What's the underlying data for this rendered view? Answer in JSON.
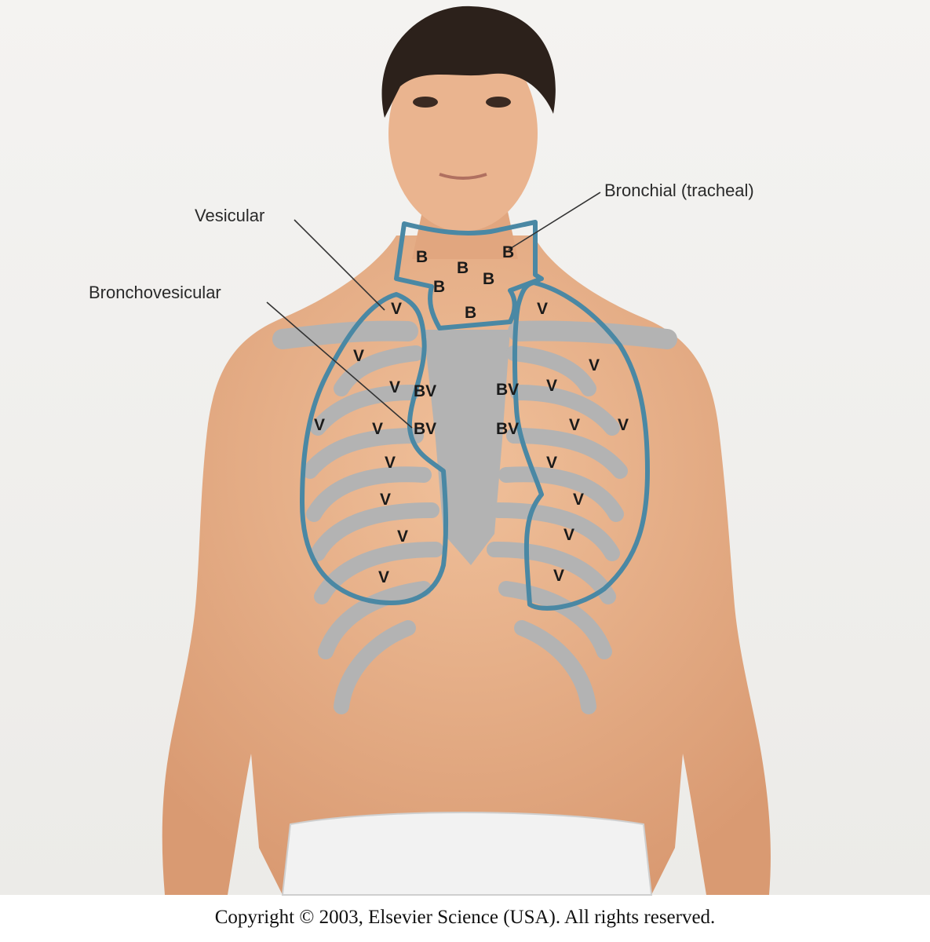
{
  "labels": {
    "vesicular": "Vesicular",
    "bronchial": "Bronchial (tracheal)",
    "bronchovesicular": "Bronchovesicular"
  },
  "markers": {
    "b": "B",
    "bv": "BV",
    "v": "V"
  },
  "copyright": "Copyright © 2003, Elsevier Science (USA). All rights reserved.",
  "colors": {
    "outline": "#4a88a4",
    "ribcage": "#b3b3b3",
    "skin": "#e7b38c",
    "background": "#f1f0ee"
  }
}
